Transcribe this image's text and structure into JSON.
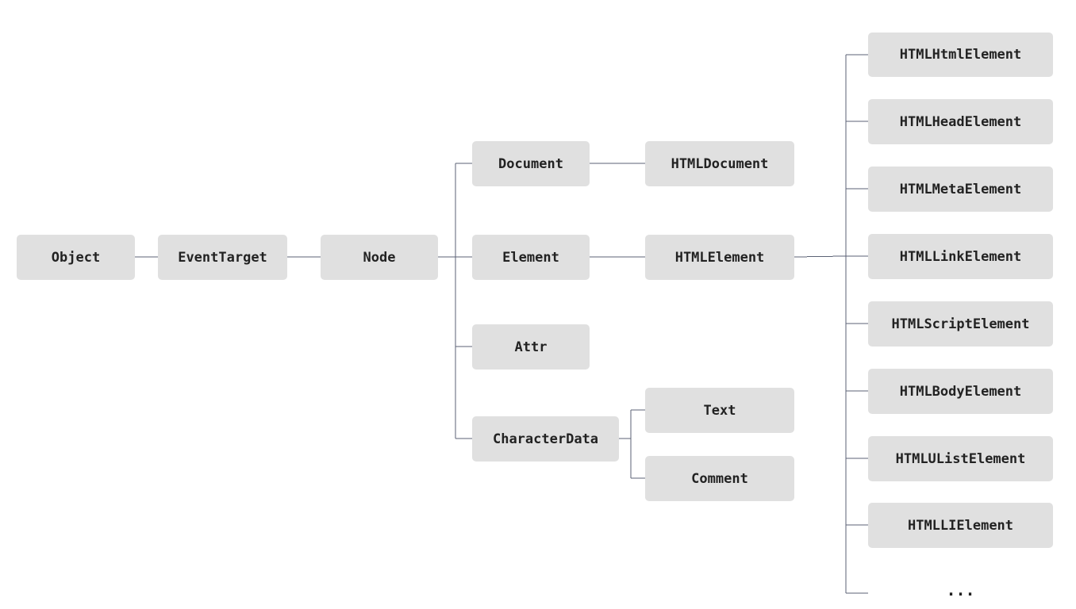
{
  "nodes": {
    "object": "Object",
    "eventtarget": "EventTarget",
    "node": "Node",
    "document": "Document",
    "element": "Element",
    "attr": "Attr",
    "characterdata": "CharacterData",
    "htmldocument": "HTMLDocument",
    "htmlelement": "HTMLElement",
    "text": "Text",
    "comment": "Comment",
    "htmlhtmlelement": "HTMLHtmlElement",
    "htmlheadelement": "HTMLHeadElement",
    "htmlmetaelement": "HTMLMetaElement",
    "htmllinkelement": "HTMLLinkElement",
    "htmlscriptelement": "HTMLScriptElement",
    "htmlbodyelement": "HTMLBodyElement",
    "htmlulistelement": "HTMLUListElement",
    "htmllielement": "HTMLLIElement",
    "more": "..."
  },
  "edges": [
    [
      "object",
      "eventtarget"
    ],
    [
      "eventtarget",
      "node"
    ],
    [
      "node",
      "document"
    ],
    [
      "node",
      "element"
    ],
    [
      "node",
      "attr"
    ],
    [
      "node",
      "characterdata"
    ],
    [
      "document",
      "htmldocument"
    ],
    [
      "element",
      "htmlelement"
    ],
    [
      "characterdata",
      "text"
    ],
    [
      "characterdata",
      "comment"
    ],
    [
      "htmlelement",
      "htmlhtmlelement"
    ],
    [
      "htmlelement",
      "htmlheadelement"
    ],
    [
      "htmlelement",
      "htmlmetaelement"
    ],
    [
      "htmlelement",
      "htmllinkelement"
    ],
    [
      "htmlelement",
      "htmlscriptelement"
    ],
    [
      "htmlelement",
      "htmlbodyelement"
    ],
    [
      "htmlelement",
      "htmlulistelement"
    ],
    [
      "htmlelement",
      "htmllielement"
    ],
    [
      "htmlelement",
      "more"
    ]
  ]
}
